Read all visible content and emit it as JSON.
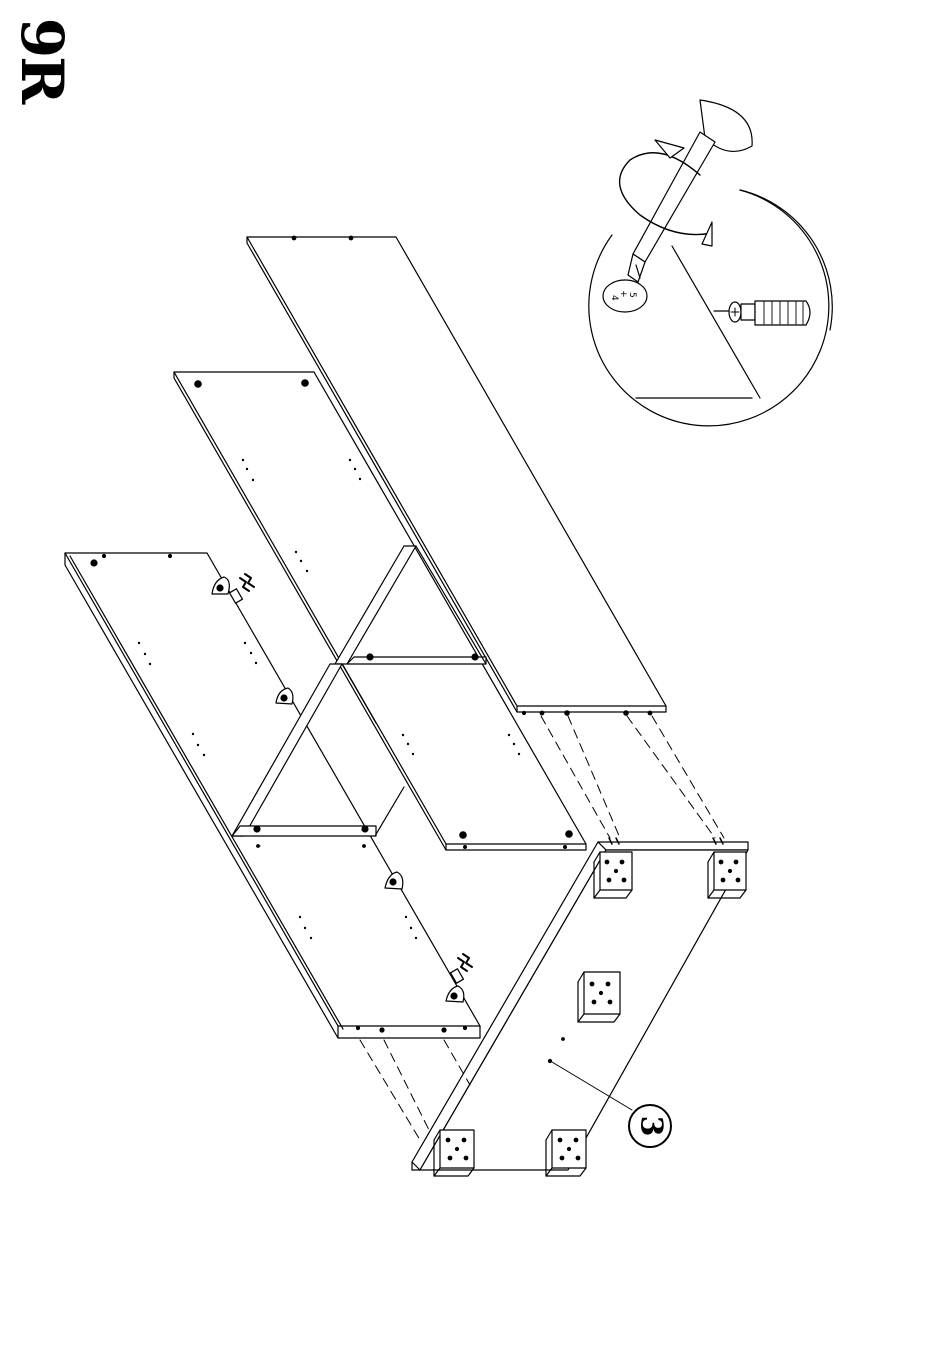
{
  "step": {
    "number": "9R"
  },
  "callouts": [
    {
      "label": "3"
    }
  ],
  "detail": {
    "icon": "screwdriver-detail",
    "tool_markings": [
      "+",
      "4",
      "5"
    ]
  },
  "colors": {
    "ink": "#000000",
    "paper": "#ffffff"
  }
}
